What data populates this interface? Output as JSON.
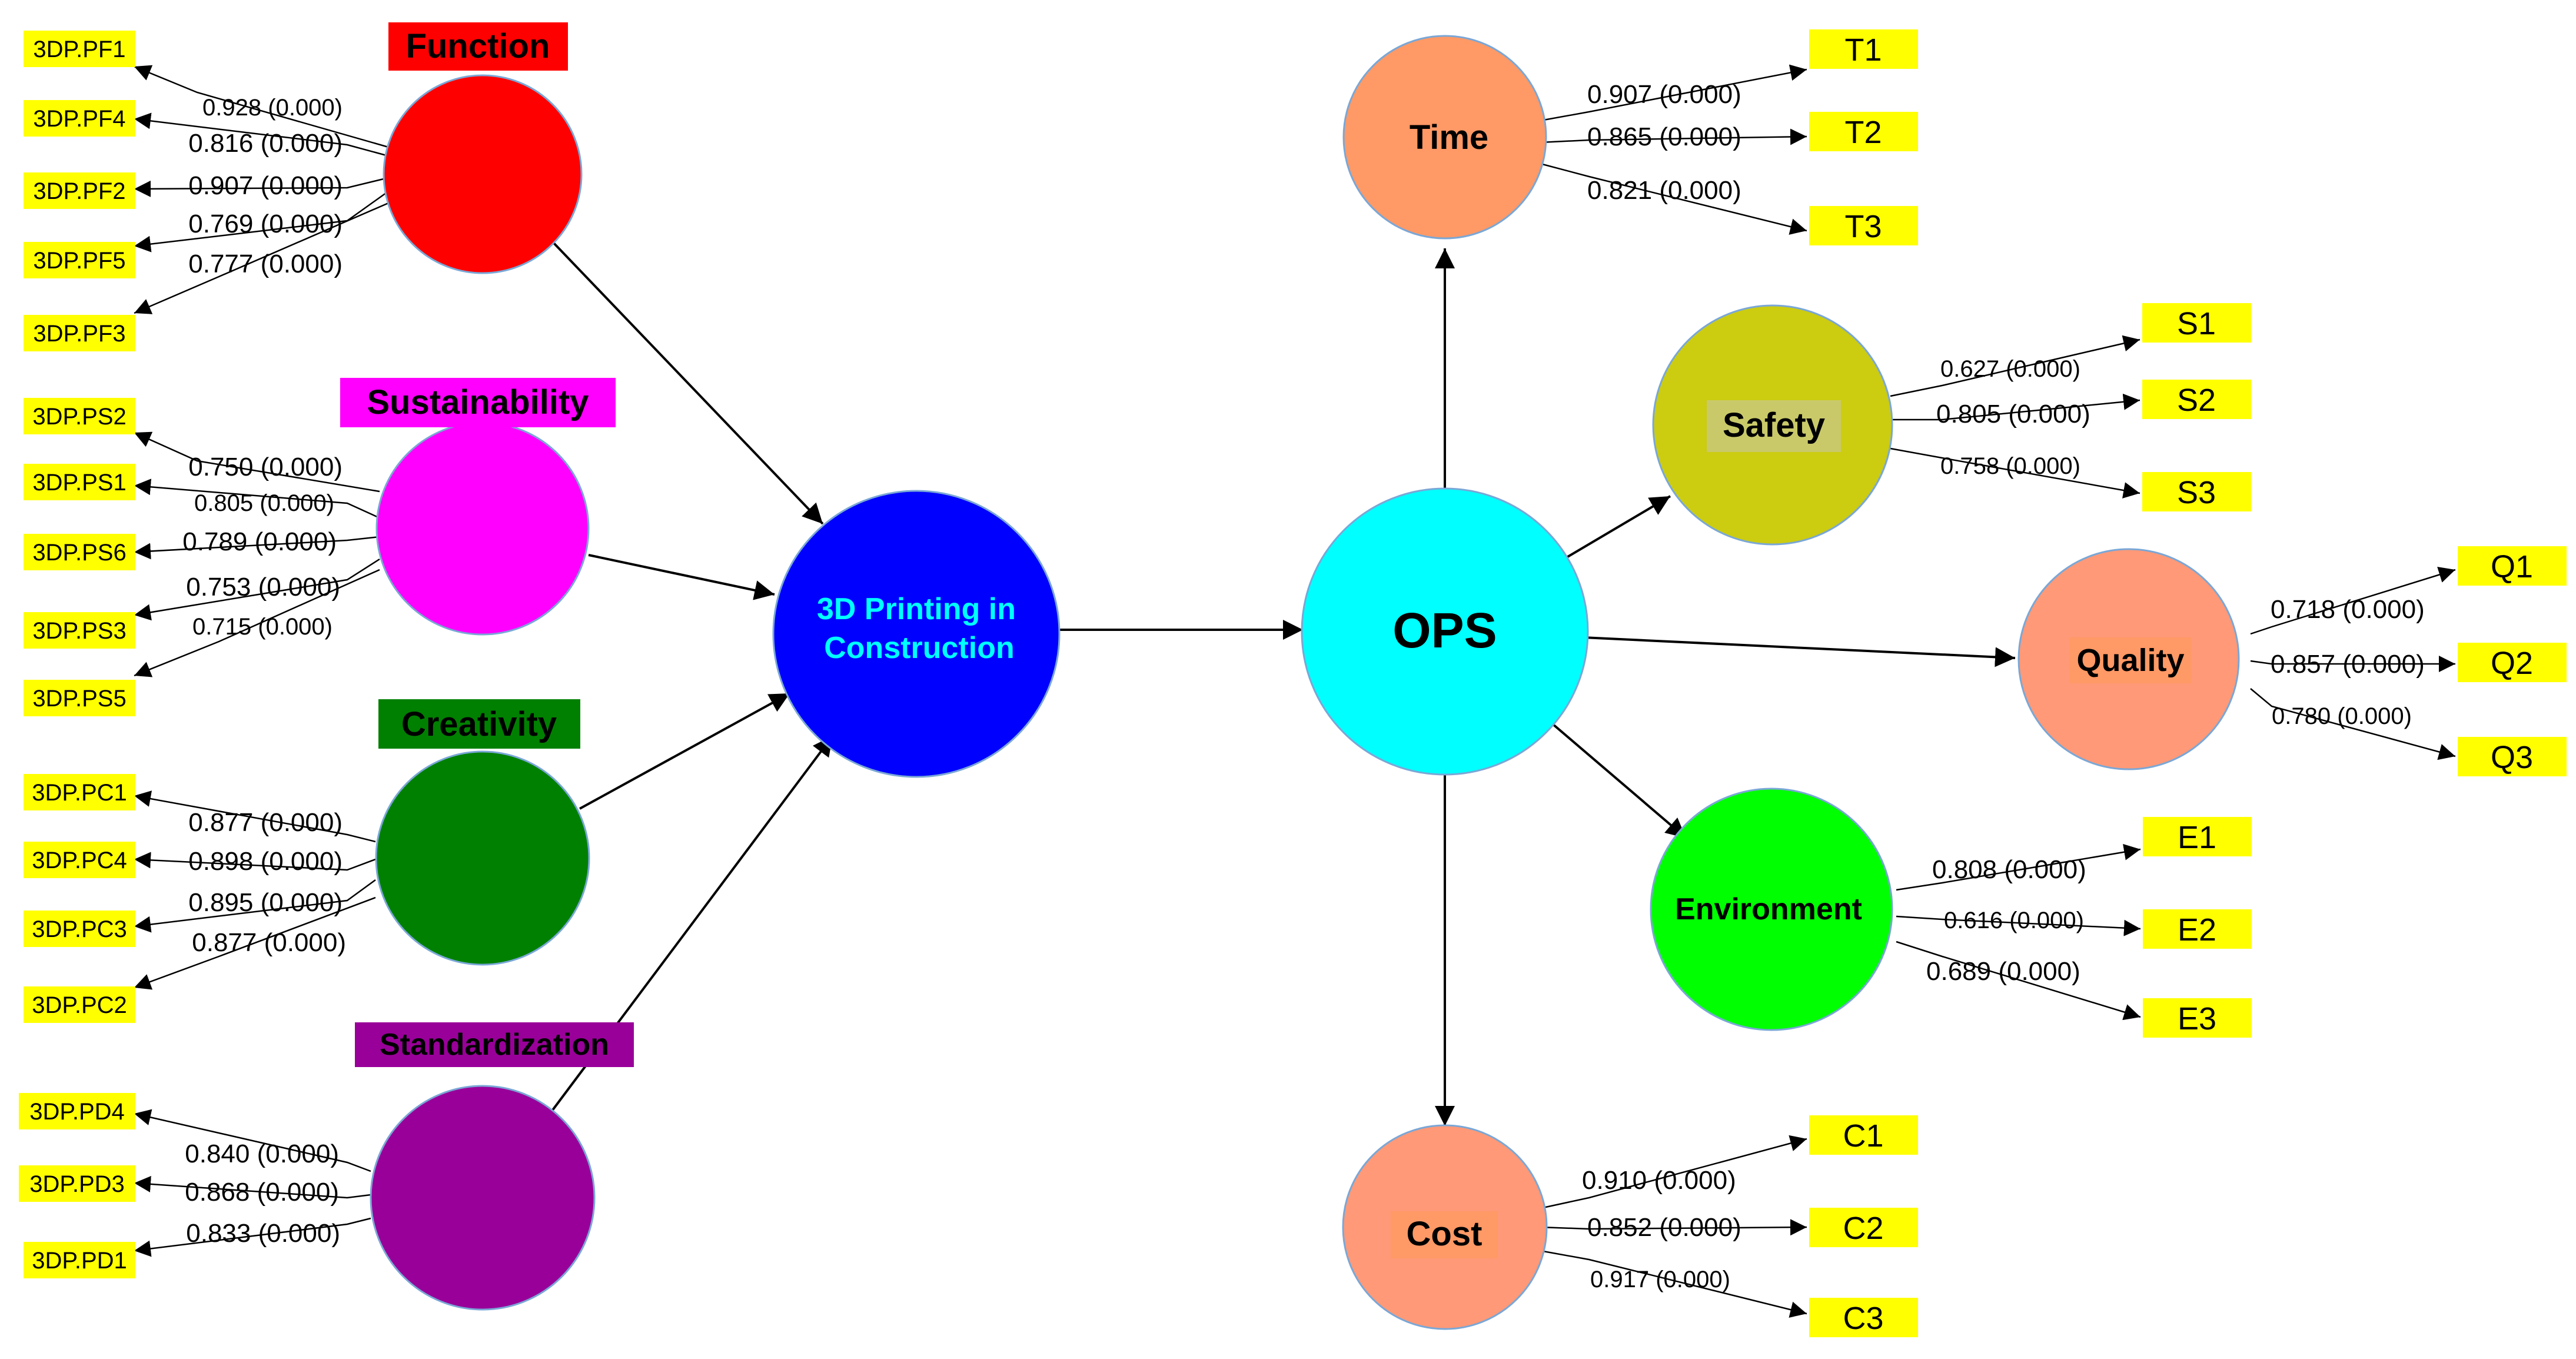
{
  "colors": {
    "indicator_fill": "#ffff00",
    "function": "#ff0000",
    "sustainability": "#ff00ff",
    "creativity": "#008000",
    "standardization": "#990099",
    "printing": "#0000ff",
    "printing_text": "#00ffff",
    "ops": "#00ffff",
    "time": "#ff9966",
    "safety": "#cccc11",
    "quality": "#ff9977",
    "environment": "#00ff00",
    "cost": "#ff9977"
  },
  "constructs": {
    "function": {
      "title": "Function",
      "indicators": [
        "3DP.PF1",
        "3DP.PF4",
        "3DP.PF2",
        "3DP.PF5",
        "3DP.PF3"
      ],
      "loadings": [
        "0.928 (0.000)",
        "0.816 (0.000)",
        "0.907 (0.000)",
        "0.769 (0.000)",
        "0.777 (0.000)"
      ]
    },
    "sustainability": {
      "title": "Sustainability",
      "indicators": [
        "3DP.PS2",
        "3DP.PS1",
        "3DP.PS6",
        "3DP.PS3",
        "3DP.PS5"
      ],
      "loadings": [
        "0.750 (0.000)",
        "0.805 (0.000)",
        "0.789 (0.000)",
        "0.753 (0.000)",
        "0.715 (0.000)"
      ]
    },
    "creativity": {
      "title": "Creativity",
      "indicators": [
        "3DP.PC1",
        "3DP.PC4",
        "3DP.PC3",
        "3DP.PC2"
      ],
      "loadings": [
        "0.877 (0.000)",
        "0.898 (0.000)",
        "0.895 (0.000)",
        "0.877 (0.000)"
      ]
    },
    "standardization": {
      "title": "Standardization",
      "indicators": [
        "3DP.PD4",
        "3DP.PD3",
        "3DP.PD1"
      ],
      "loadings": [
        "0.840 (0.000)",
        "0.868 (0.000)",
        "0.833 (0.000)"
      ]
    },
    "printing": {
      "title_line1": "3D Printing in",
      "title_line2": "Construction"
    },
    "ops": {
      "title": "OPS"
    },
    "time": {
      "title": "Time",
      "indicators": [
        "T1",
        "T2",
        "T3"
      ],
      "loadings": [
        "0.907 (0.000)",
        "0.865 (0.000)",
        "0.821 (0.000)"
      ]
    },
    "safety": {
      "title": "Safety",
      "indicators": [
        "S1",
        "S2",
        "S3"
      ],
      "loadings": [
        "0.627 (0.000)",
        "0.805 (0.000)",
        "0.758 (0.000)"
      ]
    },
    "quality": {
      "title": "Quality",
      "indicators": [
        "Q1",
        "Q2",
        "Q3"
      ],
      "loadings": [
        "0.718 (0.000)",
        "0.857 (0.000)",
        "0.780 (0.000)"
      ]
    },
    "environment": {
      "title": "Environment",
      "indicators": [
        "E1",
        "E2",
        "E3"
      ],
      "loadings": [
        "0.808 (0.000)",
        "0.616 (0.000)",
        "0.689 (0.000)"
      ]
    },
    "cost": {
      "title": "Cost",
      "indicators": [
        "C1",
        "C2",
        "C3"
      ],
      "loadings": [
        "0.910 (0.000)",
        "0.852 (0.000)",
        "0.917 (0.000)"
      ]
    }
  }
}
